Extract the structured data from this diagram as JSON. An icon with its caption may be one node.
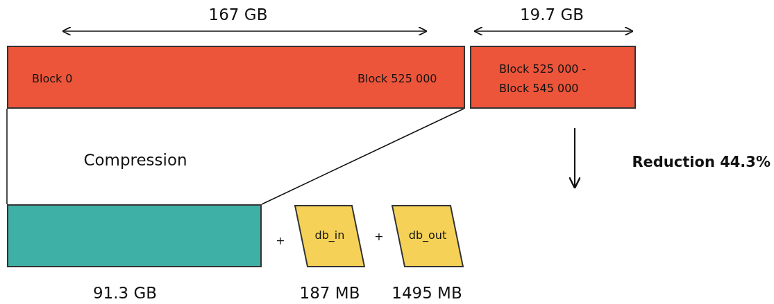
{
  "diagram": {
    "nodes": [
      {
        "text": [
          "Block 0",
          "Block 525 000"
        ]
      },
      {
        "text": [
          "Block 525 000 - Block 545 000"
        ]
      },
      {
        "text": [],
        "shape": "box",
        "beside": [
          "91.3 GB"
        ]
      },
      {
        "text": [
          "db_in"
        ],
        "beside": [
          "187 MB"
        ]
      },
      {
        "text": [
          "db_out"
        ],
        "beside": [
          "1495 MB"
        ]
      }
    ],
    "edges": [
      {
        "from": 0,
        "to": 2,
        "arrow": "none"
      },
      {
        "from": 0,
        "to": 2,
        "arrow": "none"
      }
    ],
    "labels": [
      "167 GB",
      "19.7 GB",
      "Compression",
      "Reduction 44.3%",
      "+",
      "+"
    ]
  }
}
